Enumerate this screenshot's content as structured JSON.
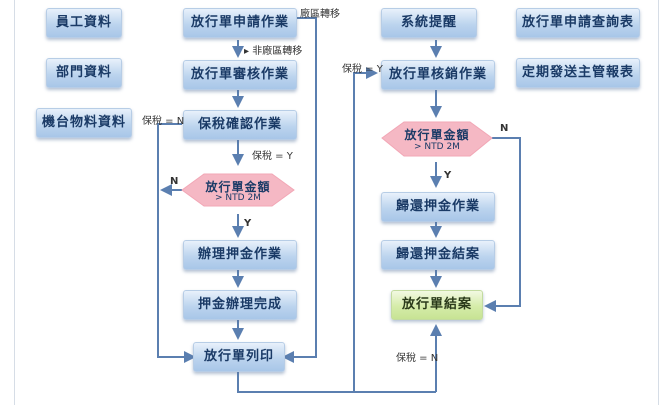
{
  "left_boxes": [
    "員工資料",
    "部門資料",
    "機台物料資料"
  ],
  "right_boxes": [
    "放行單申請查詢表",
    "定期發送主管報表"
  ],
  "flow_left": {
    "apply": "放行單申請作業",
    "review": "放行單審核作業",
    "bond_confirm": "保稅確認作業",
    "amount": "放行單金額",
    "amount_cond": "> NTD 2M",
    "deposit": "辦理押金作業",
    "deposit_done": "押金辦理完成",
    "print": "放行單列印"
  },
  "flow_right": {
    "reminder": "系統提醒",
    "writeoff": "放行單核銷作業",
    "amount": "放行單金額",
    "amount_cond": "> NTD 2M",
    "return_deposit": "歸還押金作業",
    "return_close": "歸還押金結案",
    "close": "放行單結案"
  },
  "labels": {
    "factory_transfer": "廠區轉移",
    "non_factory_transfer": "非廠區轉移",
    "bond_n_left": "保稅 = N",
    "bond_y_left": "保稅 = Y",
    "n_left": "N",
    "y_left": "Y",
    "bond_y_right": "保稅 = Y",
    "n_right": "N",
    "y_right": "Y",
    "bond_n_bottom": "保稅 = N"
  },
  "colors": {
    "box_blue": "#bcd4ee",
    "box_green": "#d5eca9",
    "diamond_pink": "#f5b8c4",
    "line": "#5b7fb0"
  }
}
